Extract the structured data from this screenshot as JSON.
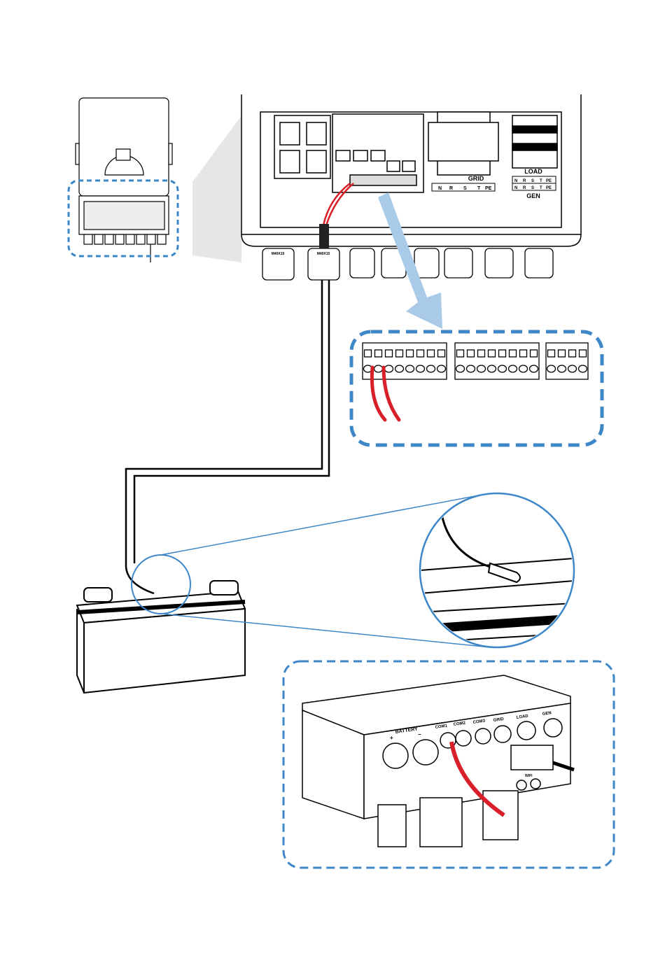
{
  "colors": {
    "accent_blue": "#3d87c9",
    "arrow_blue": "#a9cbe8",
    "wire_red": "#d9202a",
    "line": "#000000"
  },
  "inverter": {
    "grid_label": "GRID",
    "grid_terminals": [
      "N",
      "R",
      "S",
      "T",
      "PE"
    ],
    "load_label": "LOAD",
    "load_terminals": [
      "N",
      "R",
      "S",
      "T",
      "PE"
    ],
    "gen_terminals": [
      "N",
      "R",
      "S",
      "T",
      "PE"
    ],
    "gen_label": "GEN",
    "gland_labels": [
      "M40X15",
      "M40X15"
    ]
  },
  "bottom_view": {
    "battery_label": "BATTERY",
    "plus": "+",
    "minus": "−",
    "ports": [
      "COM1",
      "COM2",
      "COM3",
      "GRID",
      "LOAD",
      "GEN"
    ],
    "wifi_label": "WIFI"
  }
}
